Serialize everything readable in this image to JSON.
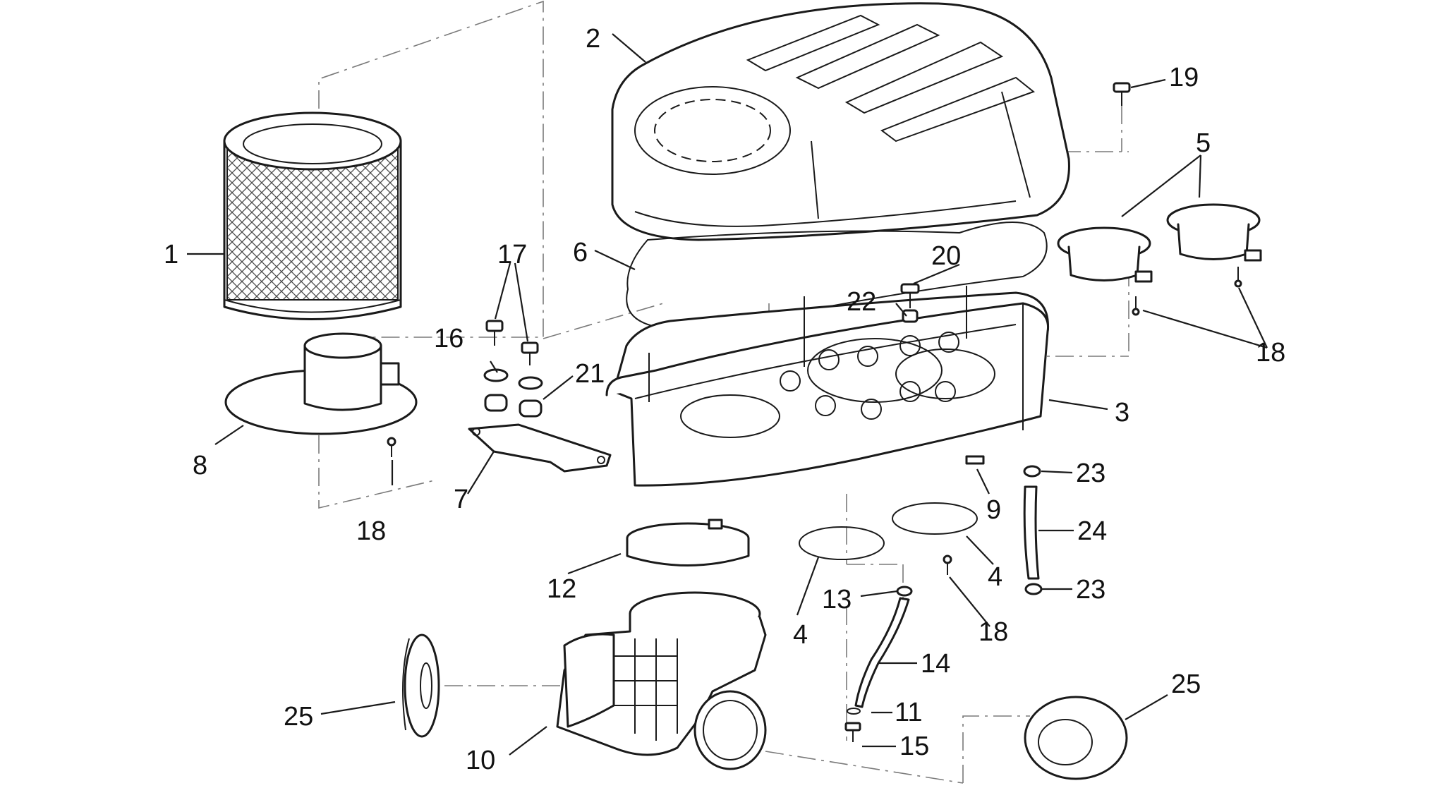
{
  "callouts": {
    "c1": "1",
    "c2": "2",
    "c3": "3",
    "c4a": "4",
    "c4b": "4",
    "c5": "5",
    "c6": "6",
    "c7": "7",
    "c8": "8",
    "c9": "9",
    "c10": "10",
    "c11": "11",
    "c12": "12",
    "c13": "13",
    "c14": "14",
    "c15": "15",
    "c16": "16",
    "c17": "17",
    "c18a": "18",
    "c18b": "18",
    "c18c": "18",
    "c19": "19",
    "c20": "20",
    "c21": "21",
    "c22": "22",
    "c23a": "23",
    "c23b": "23",
    "c24": "24",
    "c25a": "25",
    "c25b": "25"
  },
  "colors": {
    "line": "#1a1a1a",
    "dash": "#7a7a7a",
    "background": "#ffffff"
  }
}
